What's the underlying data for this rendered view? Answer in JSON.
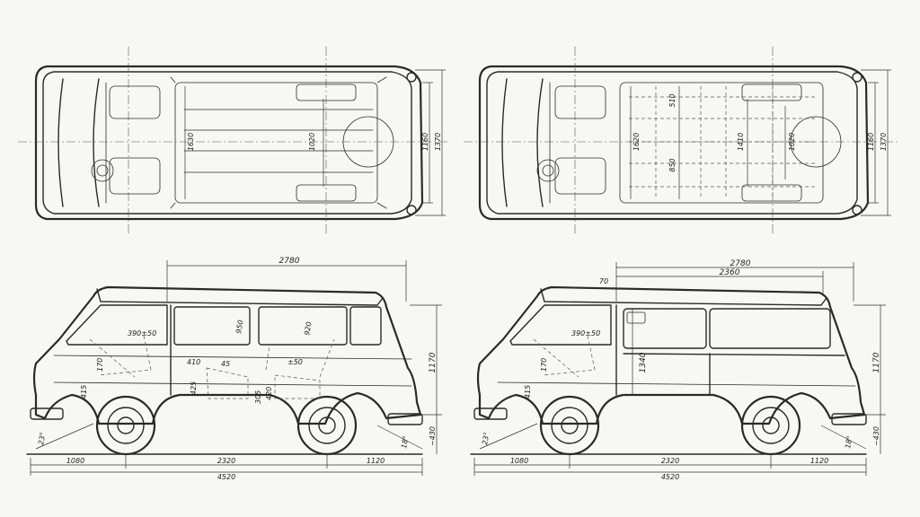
{
  "top_views": {
    "passenger": {
      "interior_width": "1630",
      "floor_width": "1020",
      "track_width": "1160",
      "overall_width": "1370"
    },
    "cargo": {
      "interior_width": "1620",
      "gap_a": "510",
      "gap_b": "850",
      "floor_width": "1410",
      "inner_width": "1020",
      "track_width": "1160",
      "overall_width": "1370"
    }
  },
  "side_views": {
    "passenger": {
      "overall_length_top": "2780",
      "seat_offset": "390±50",
      "seat_width_1": "410",
      "seat_depth": "45",
      "seat_back_1": "±50",
      "height_950": "950",
      "height_920": "920",
      "dim_170": "170",
      "dim_415": "415",
      "dim_425": "425",
      "dim_305": "305",
      "dim_420": "420",
      "height": "1170",
      "ground_clearance": "~430",
      "approach_angle": "23°",
      "departure_angle": "18°",
      "front_overhang": "1080",
      "wheelbase": "2320",
      "rear_overhang": "1120",
      "overall_length": "4520"
    },
    "cargo": {
      "overall_length_top": "2780",
      "cargo_length": "2360",
      "roof_offset": "70",
      "seat_offset": "390±50",
      "dim_170": "170",
      "dim_415": "415",
      "cargo_height": "1340",
      "height": "1170",
      "ground_clearance": "~430",
      "approach_angle": "23°",
      "departure_angle": "18°",
      "front_overhang": "1080",
      "wheelbase": "2320",
      "rear_overhang": "1120",
      "overall_length": "4520"
    }
  }
}
